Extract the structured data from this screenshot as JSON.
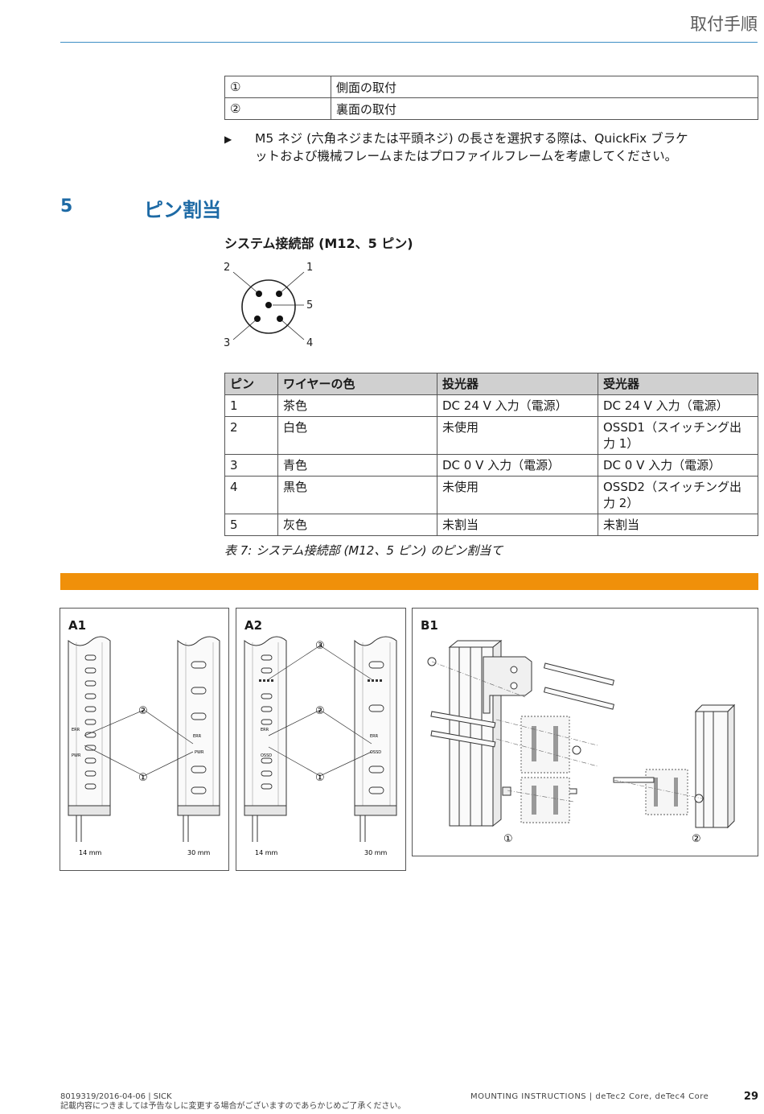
{
  "header": {
    "title": "取付手順"
  },
  "legend_rows": [
    {
      "symbol": "①",
      "text": "側面の取付"
    },
    {
      "symbol": "②",
      "text": "裏面の取付"
    }
  ],
  "bullet": {
    "marker": "▶",
    "line1": "M5 ネジ (六角ネジまたは平頭ネジ) の長さを選択する際は、QuickFix ブラケ",
    "line2": "ットおよび機械フレームまたはプロファイルフレームを考慮してください。"
  },
  "section": {
    "number": "5",
    "title": "ピン割当"
  },
  "subsection": {
    "title": "システム接続部 (M12、5 ピン)"
  },
  "pin_diagram": {
    "labels": [
      "2",
      "1",
      "5",
      "3",
      "4"
    ]
  },
  "pin_table": {
    "headers": [
      "ピン",
      "ワイヤーの色",
      "投光器",
      "受光器"
    ],
    "rows": [
      {
        "pin": "1",
        "color": "茶色",
        "sender": "DC 24 V 入力（電源）",
        "receiver": "DC 24 V 入力（電源）",
        "receiver2": ""
      },
      {
        "pin": "2",
        "color": "白色",
        "sender": "未使用",
        "receiver": "OSSD1（スイッチング出",
        "receiver2": "力 1）"
      },
      {
        "pin": "3",
        "color": "青色",
        "sender": "DC 0 V 入力（電源）",
        "receiver": "DC 0 V 入力（電源）",
        "receiver2": ""
      },
      {
        "pin": "4",
        "color": "黒色",
        "sender": "未使用",
        "receiver": "OSSD2（スイッチング出",
        "receiver2": "力 2）"
      },
      {
        "pin": "5",
        "color": "灰色",
        "sender": "未割当",
        "receiver": "未割当",
        "receiver2": ""
      }
    ]
  },
  "caption": "表 7: システム接続部 (M12、5 ピン) のピン割当て",
  "figures": {
    "a1": {
      "label": "A1",
      "callouts": [
        "②",
        "①"
      ],
      "dim_left": "14 mm",
      "dim_right": "30 mm",
      "led_labels": [
        "ERR",
        "PWR",
        "ERR",
        "PWR"
      ]
    },
    "a2": {
      "label": "A2",
      "callouts": [
        "③",
        "②",
        "①"
      ],
      "dim_left": "14 mm",
      "dim_right": "30 mm",
      "led_labels": [
        "ERR",
        "OSSD",
        "ERR",
        "OSSD"
      ]
    },
    "b1": {
      "label": "B1",
      "callouts": [
        "①",
        "②"
      ]
    }
  },
  "footer": {
    "doc": "8019319/2016-04-06 | SICK",
    "note": "記載内容につきましては予告なしに変更する場合がございますのであらかじめご了承ください。",
    "center": "MOUNTING INSTRUCTIONS | deTec2 Core, deTec4 Core",
    "page": "29"
  },
  "colors": {
    "accent_blue": "#1d6aa5",
    "orange": "#f0900a",
    "rule": "#3d8fc4"
  }
}
